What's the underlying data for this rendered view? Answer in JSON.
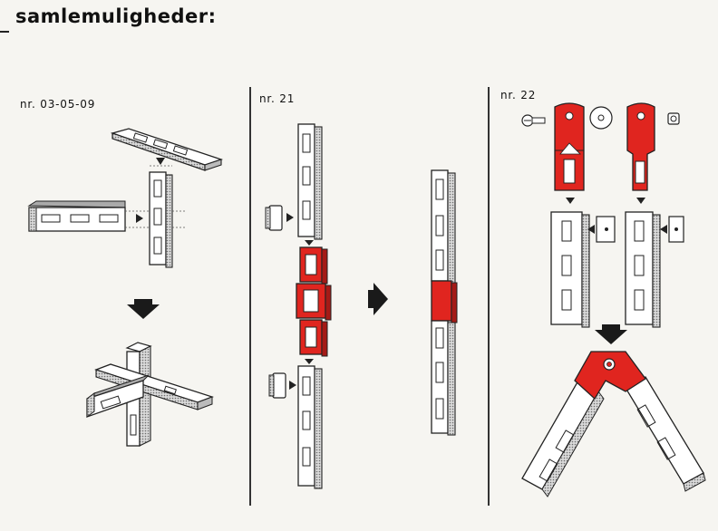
{
  "heading": "samlemuligheder:",
  "sections": [
    {
      "label": "nr. 03-05-09"
    },
    {
      "label": "nr. 21"
    },
    {
      "label": "nr. 22"
    }
  ],
  "colors": {
    "paper": "#f6f5f1",
    "ink": "#1a1a1a",
    "accent_red": "#e0251f",
    "piece_fill": "#ffffff",
    "piece_side": "#9a9a9a"
  },
  "icons": [
    "down-arrow-icon",
    "right-arrow-icon"
  ]
}
